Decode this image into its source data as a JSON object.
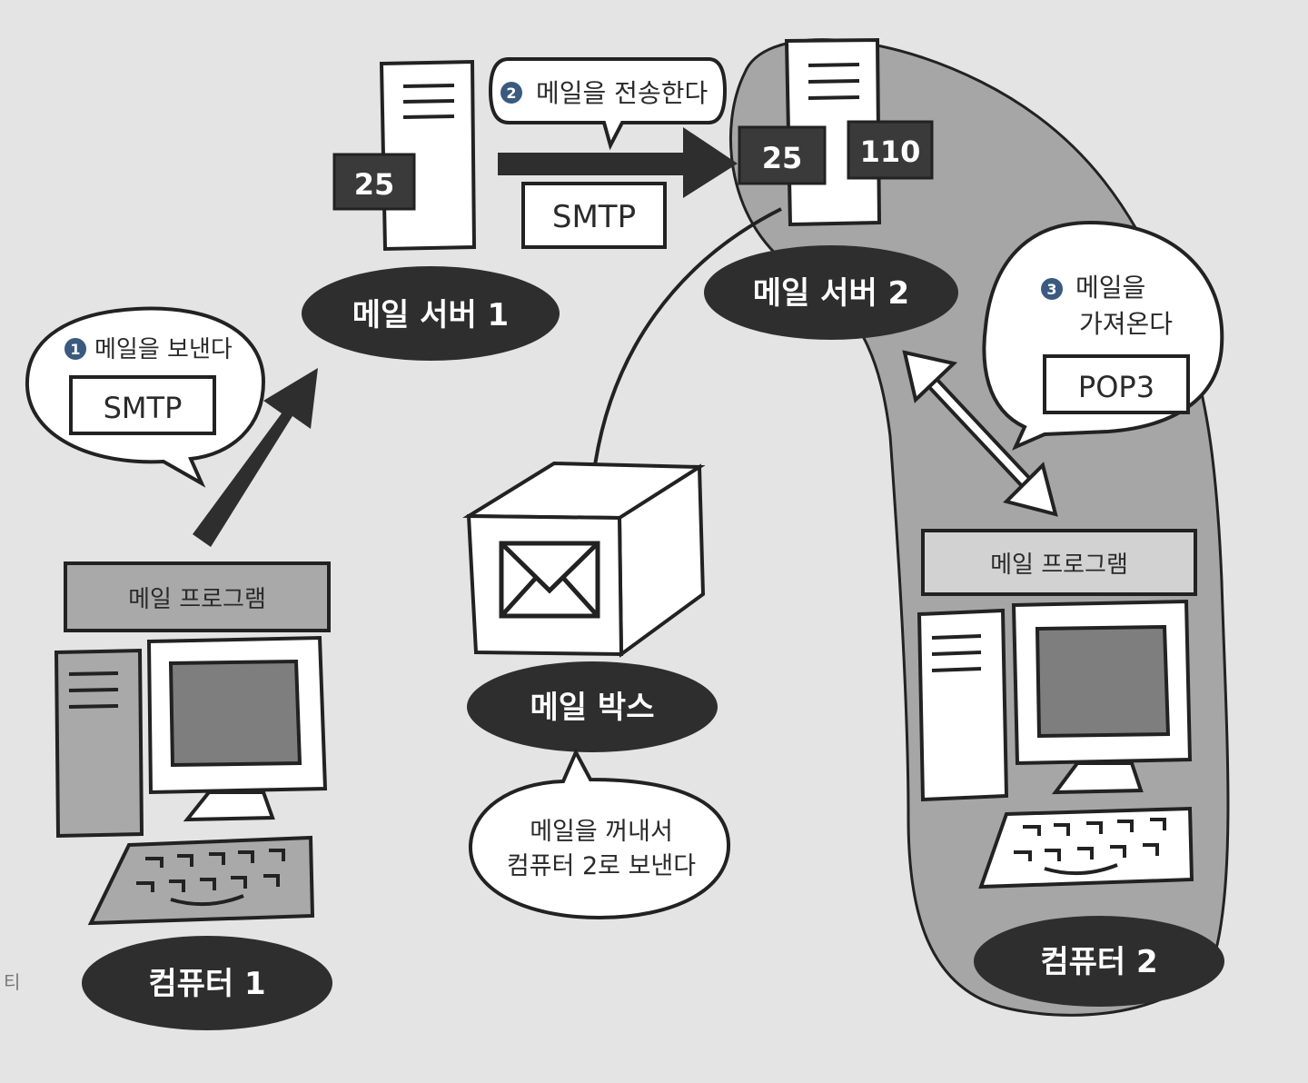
{
  "step1": {
    "number": "1",
    "text": "메일을 보낸다",
    "protocol": "SMTP"
  },
  "step2": {
    "number": "2",
    "text": "메일을 전송한다",
    "protocol": "SMTP"
  },
  "step3": {
    "number": "3",
    "line1": "메일을",
    "line2": "가져온다",
    "protocol": "POP3"
  },
  "server1": {
    "label": "메일 서버 1",
    "port": "25"
  },
  "server2": {
    "label": "메일 서버 2",
    "port_smtp": "25",
    "port_pop": "110"
  },
  "mailbox": {
    "label": "메일 박스",
    "note_line1": "메일을 꺼내서",
    "note_line2": "컴퓨터 2로 보낸다"
  },
  "computer1": {
    "label": "컴퓨터 1",
    "program": "메일 프로그램"
  },
  "computer2": {
    "label": "컴퓨터 2",
    "program": "메일 프로그램"
  },
  "margin_mark": "티"
}
